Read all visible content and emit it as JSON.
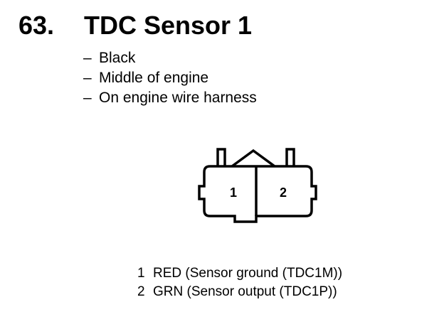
{
  "heading": {
    "number": "63.",
    "title": "TDC Sensor 1"
  },
  "details": [
    {
      "dash": "–",
      "text": "Black"
    },
    {
      "dash": "–",
      "text": "Middle of engine"
    },
    {
      "dash": "–",
      "text": "On engine wire harness"
    }
  ],
  "connector": {
    "pin_labels": [
      "1",
      "2"
    ]
  },
  "pins": [
    {
      "number": "1",
      "text": "RED (Sensor ground (TDC1M))"
    },
    {
      "number": "2",
      "text": "GRN (Sensor output (TDC1P))"
    }
  ]
}
